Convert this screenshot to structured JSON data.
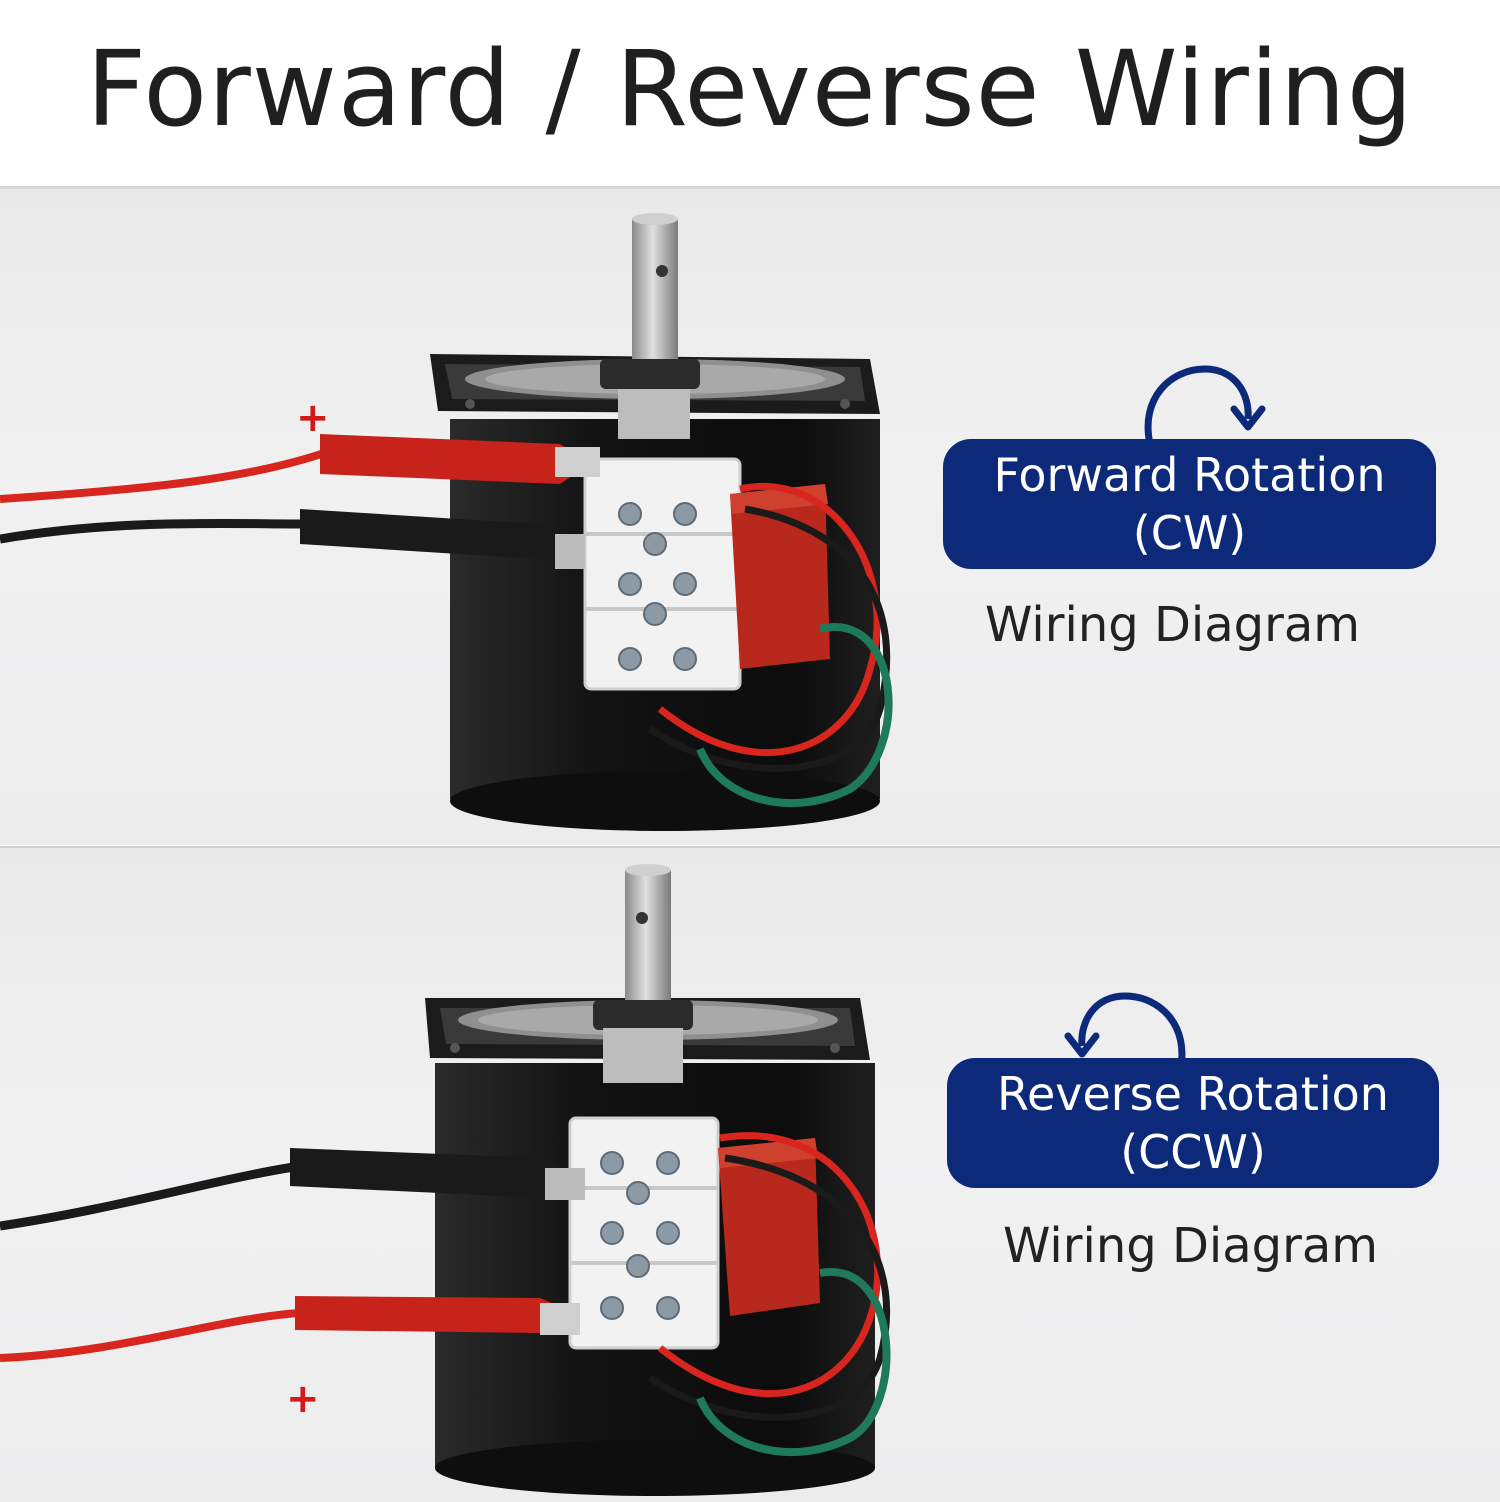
{
  "header": {
    "title": "Forward / Reverse Wiring"
  },
  "forward": {
    "badge_line1": "Forward Rotation",
    "badge_line2": "(CW)",
    "caption": "Wiring Diagram",
    "polarity": "+",
    "arrow_icon": "clockwise-arrow-icon"
  },
  "reverse": {
    "badge_line1": "Reverse Rotation",
    "badge_line2": "(CCW)",
    "caption": "Wiring Diagram",
    "polarity": "+",
    "arrow_icon": "counterclockwise-arrow-icon"
  },
  "colors": {
    "badge": "#0d2a7a",
    "wire_red": "#d8261f",
    "wire_black": "#1a1a1a",
    "wire_green": "#1f7a5a",
    "motor_body": "#151515",
    "capacitor": "#b8281c"
  }
}
